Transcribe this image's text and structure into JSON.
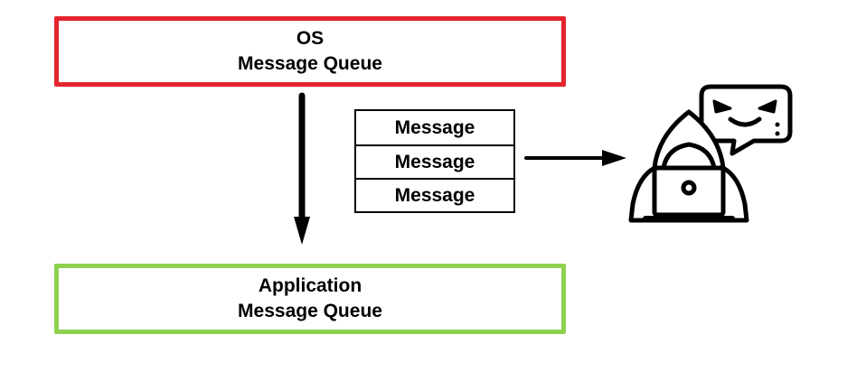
{
  "os_queue": {
    "line1": "OS",
    "line2": "Message Queue",
    "border_color": "#e5242d"
  },
  "app_queue": {
    "line1": "Application",
    "line2": "Message Queue",
    "border_color": "#8dd14f"
  },
  "messages": [
    "Message",
    "Message",
    "Message"
  ],
  "icons": {
    "down_arrow": "arrow-down-icon",
    "right_arrow": "arrow-right-icon",
    "hacker": "hacker-icon",
    "speech_bubble": "evil-speech-bubble-icon"
  }
}
